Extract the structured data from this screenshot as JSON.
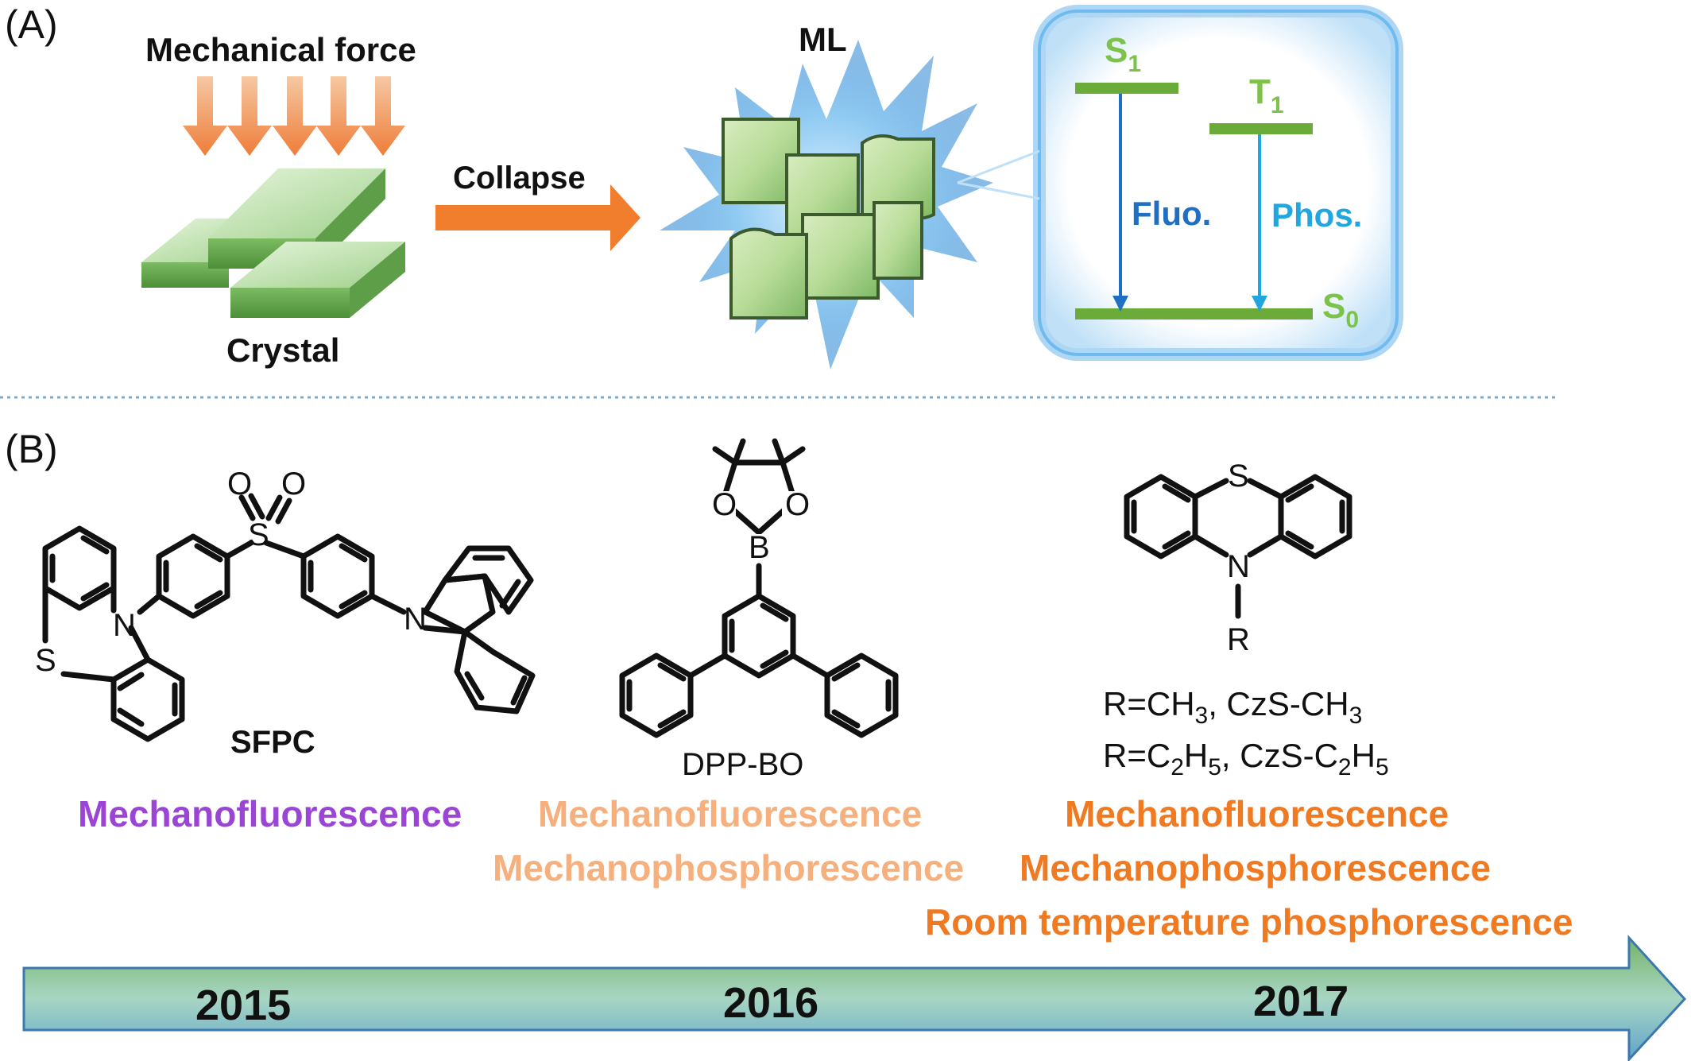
{
  "panel_a": {
    "label": "(A)",
    "force_label": "Mechanical force",
    "crystal_label": "Crystal",
    "collapse_label": "Collapse",
    "ml_label": "ML",
    "energy": {
      "s1": "S",
      "s1_sub": "1",
      "t1": "T",
      "t1_sub": "1",
      "s0": "S",
      "s0_sub": "0",
      "fluo": "Fluo.",
      "phos": "Phos."
    },
    "colors": {
      "arrow_orange": "#f08a3c",
      "crystal_green": "#8cc77a",
      "glow_blue": "#5aaee8",
      "level_green": "#6aab3a",
      "fluo_blue": "#1f6fc4",
      "phos_blue": "#22a6e0"
    }
  },
  "panel_b": {
    "label": "(B)",
    "molecules": {
      "sfpc": {
        "name": "SFPC",
        "atoms": {
          "o1": "O",
          "o2": "O",
          "s_sulfonyl": "S",
          "n1": "N",
          "s_ring": "S",
          "n2": "N"
        }
      },
      "dppbo": {
        "name": "DPP-BO",
        "atoms": {
          "o1": "O",
          "o2": "O",
          "b": "B"
        }
      },
      "phenothiazine": {
        "atoms": {
          "s": "S",
          "n": "N",
          "r": "R"
        },
        "line1": {
          "a": "R=CH",
          "a_sub": "3",
          "b": ", CzS-CH",
          "b_sub": "3"
        },
        "line2": {
          "a": "R=C",
          "a_sub1": "2",
          "b": "H",
          "b_sub": "5",
          "c": ", CzS-C",
          "c_sub1": "2",
          "d": "H",
          "d_sub": "5"
        }
      }
    },
    "phenomena": {
      "y2015": [
        "Mechanofluorescence"
      ],
      "y2016": [
        "Mechanofluorescence",
        "Mechanophosphorescence"
      ],
      "y2017": [
        "Mechanofluorescence",
        "Mechanophosphorescence",
        "Room temperature phosphorescence"
      ]
    },
    "colors": {
      "purple": "#9b45d6",
      "light_orange": "#f5b07d",
      "orange": "#f07a22"
    },
    "timeline": {
      "years": [
        "2015",
        "2016",
        "2017"
      ]
    }
  }
}
